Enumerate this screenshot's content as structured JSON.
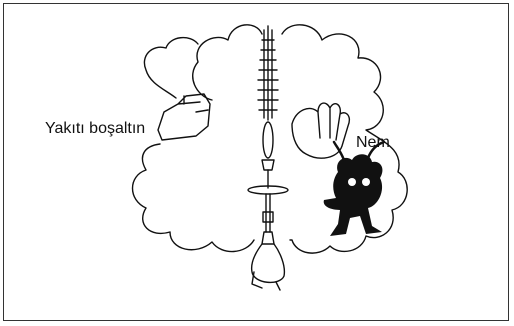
{
  "labels": {
    "drain_fuel": "Yakıtı boşaltın",
    "moisture": "Nem"
  },
  "icons": [
    "cloud-outline",
    "fuel-can-icon",
    "hedge-trimmer-tool",
    "hand-stop-icon",
    "moisture-creature-icon"
  ],
  "colors": {
    "line": "#111111",
    "background": "#ffffff"
  }
}
